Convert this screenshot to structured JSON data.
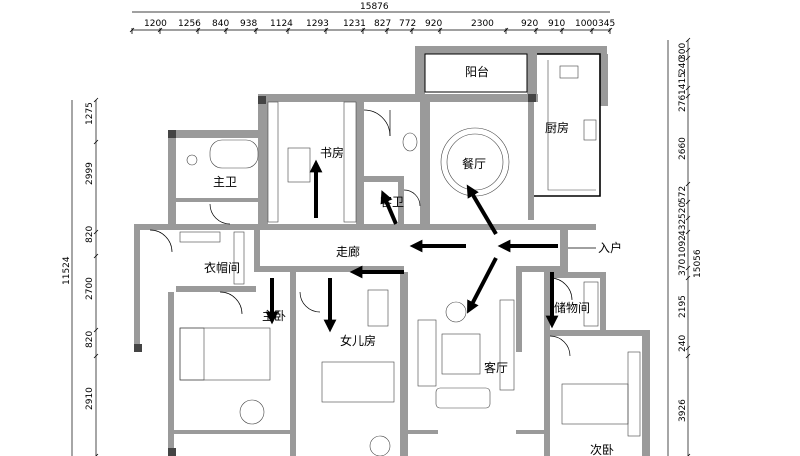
{
  "dimensions": {
    "overall_top": "15876",
    "top": [
      "1200",
      "1256",
      "840",
      "938",
      "1124",
      "1293",
      "1231",
      "827",
      "772",
      "920",
      "2300",
      "920",
      "910",
      "1000",
      "345"
    ],
    "left_overall": "11524",
    "left": [
      "1275",
      "2999",
      "820",
      "2700",
      "820",
      "2910"
    ],
    "right_overall": "15056",
    "right": [
      "300",
      "240",
      "1415",
      "276",
      "2660",
      "572",
      "520",
      "432",
      "1092",
      "370",
      "2195",
      "240",
      "3926"
    ]
  },
  "rooms": {
    "balcony": "阳台",
    "kitchen": "厨房",
    "study": "书房",
    "dining": "餐厅",
    "master_bath": "主卫",
    "guest_bath": "客卫",
    "corridor": "走廊",
    "entrance": "入户",
    "cloakroom": "衣帽间",
    "master_bedroom": "主卧",
    "daughter_room": "女儿房",
    "living_room": "客厅",
    "storage": "储物间",
    "second_bedroom": "次卧"
  }
}
